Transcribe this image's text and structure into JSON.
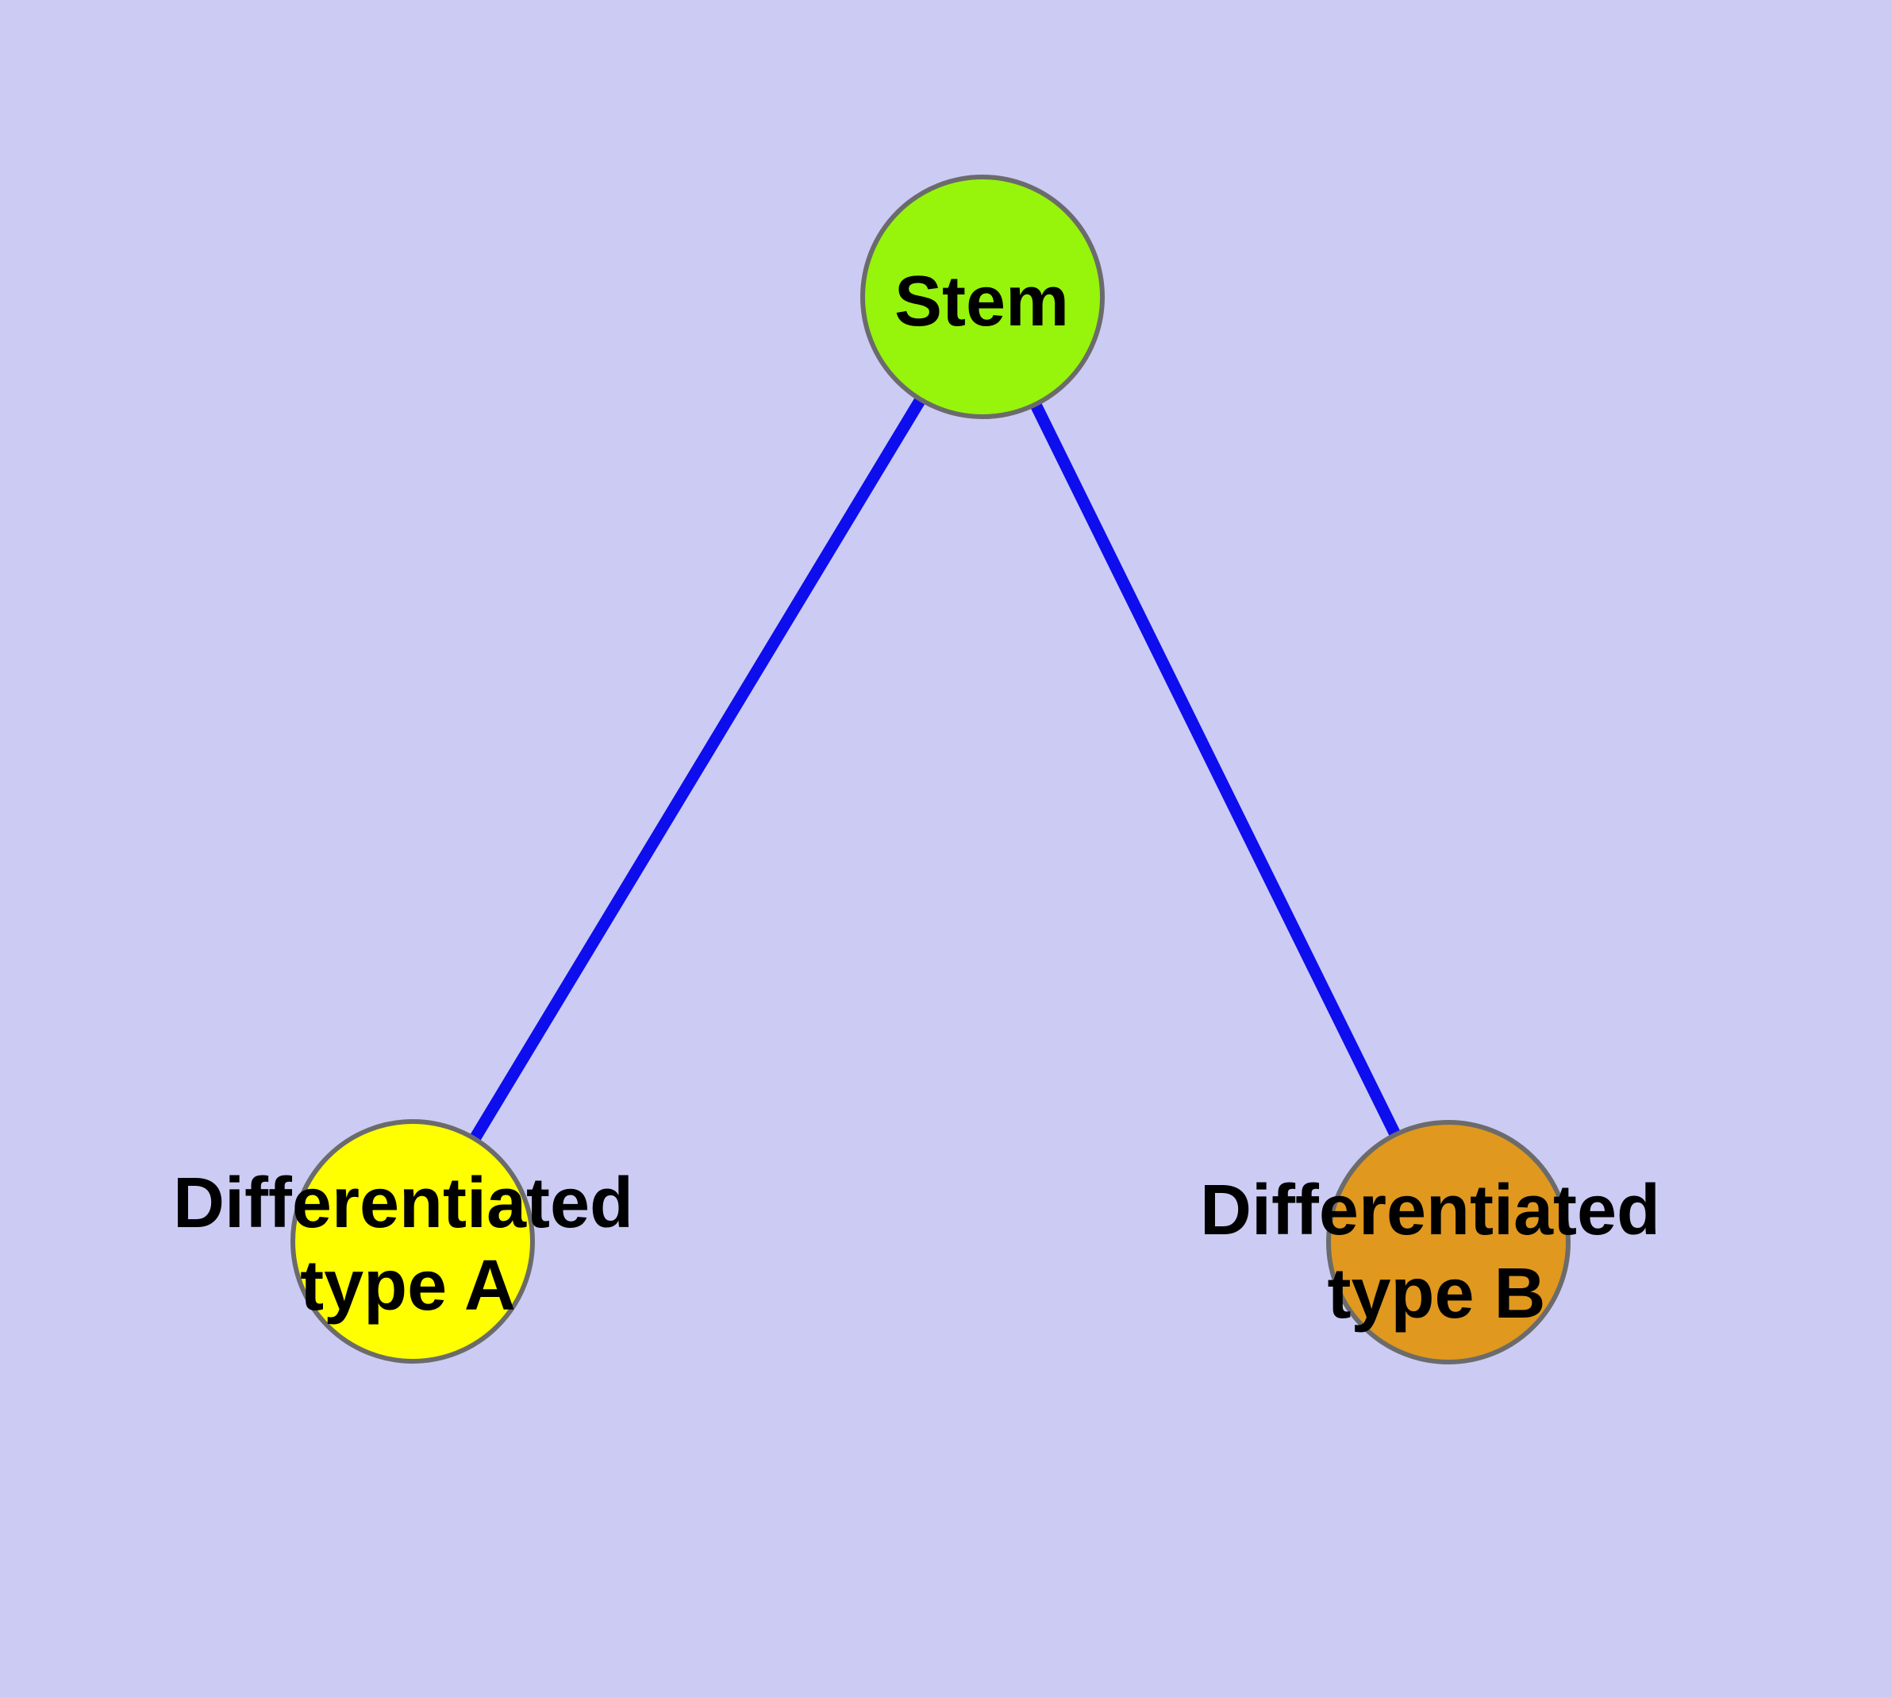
{
  "diagram": {
    "type": "node-link-graph",
    "description": "Cell differentiation hierarchy: a stem node linked to two differentiated cell type nodes",
    "background_color": "#cbcbf4",
    "edge_color": "#0d0dee",
    "node_border_color": "#6b6b6b",
    "label_color": "#000000",
    "nodes": [
      {
        "id": "stem",
        "label": "Stem",
        "label_line1": "Stem",
        "label_line2": "",
        "fill": "#96f50a"
      },
      {
        "id": "type-a",
        "label": "Differentiated type A",
        "label_line1": "Differentiated",
        "label_line2": "type A",
        "fill": "#ffff00"
      },
      {
        "id": "type-b",
        "label": "Differentiated type B",
        "label_line1": "Differentiated",
        "label_line2": "type B",
        "fill": "#e0981e"
      }
    ],
    "edges": [
      {
        "from": "stem",
        "to": "type-a"
      },
      {
        "from": "stem",
        "to": "type-b"
      }
    ]
  }
}
